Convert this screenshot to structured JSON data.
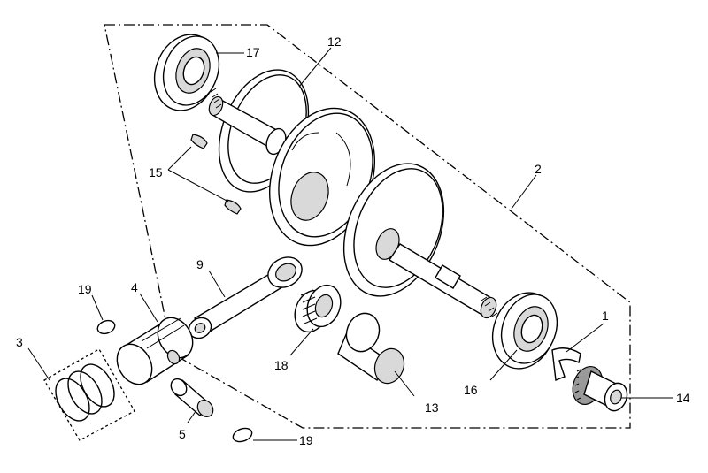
{
  "diagram": {
    "callouts": {
      "p1": "1",
      "p2": "2",
      "p3": "3",
      "p4": "4",
      "p5": "5",
      "p9": "9",
      "p12": "12",
      "p13": "13",
      "p14": "14",
      "p15": "15",
      "p16": "16",
      "p17": "17",
      "p18": "18",
      "p19a": "19",
      "p19b": "19"
    }
  }
}
